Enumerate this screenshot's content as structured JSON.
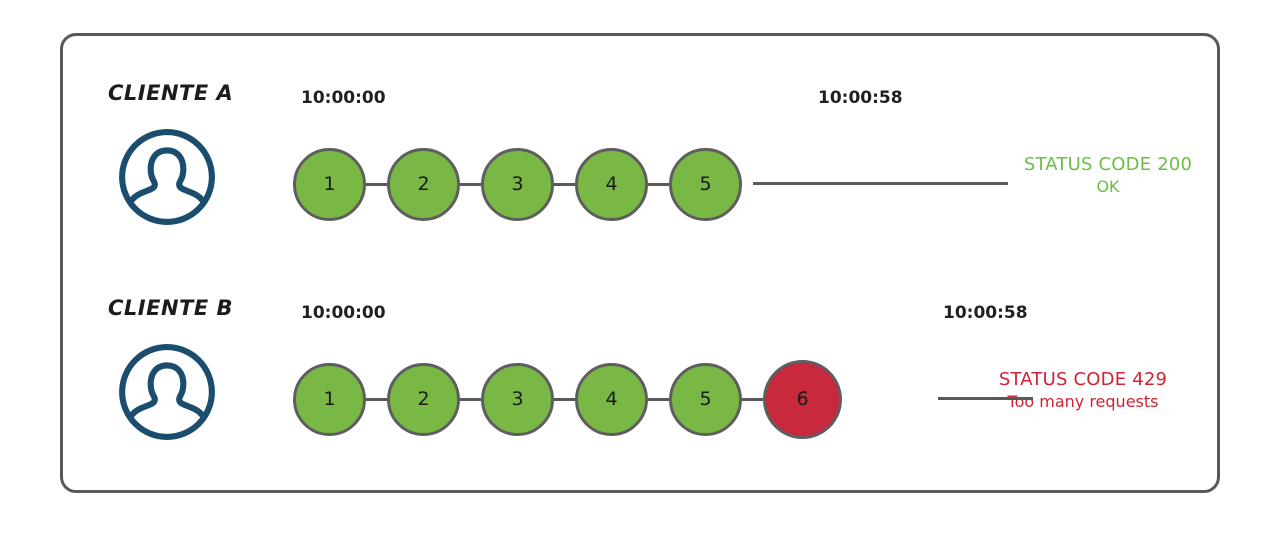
{
  "diagram": {
    "title": "Rate limiting comparison between two clients",
    "colors": {
      "panel_border": "#58595b",
      "node_ok": "#7ab845",
      "node_fail": "#c8293c",
      "node_border": "#5e5e5e",
      "connector": "#58595b",
      "avatar": "#1b4d6e",
      "status_ok": "#6cbe45",
      "status_fail": "#cf2232",
      "background": "#ffffff"
    }
  },
  "rows": [
    {
      "id": "cliente-a",
      "client_label": "CLIENTE A",
      "avatar_icon": "user-avatar-icon",
      "timestamp_start": "10:00:00",
      "timestamp_end": "10:00:58",
      "nodes": [
        {
          "label": "1",
          "state": "ok"
        },
        {
          "label": "2",
          "state": "ok"
        },
        {
          "label": "3",
          "state": "ok"
        },
        {
          "label": "4",
          "state": "ok"
        },
        {
          "label": "5",
          "state": "ok"
        }
      ],
      "status": {
        "state": "ok",
        "code": "STATUS CODE 200",
        "detail": "OK"
      }
    },
    {
      "id": "cliente-b",
      "client_label": "CLIENTE B",
      "avatar_icon": "user-avatar-icon",
      "timestamp_start": "10:00:00",
      "timestamp_end": "10:00:58",
      "nodes": [
        {
          "label": "1",
          "state": "ok"
        },
        {
          "label": "2",
          "state": "ok"
        },
        {
          "label": "3",
          "state": "ok"
        },
        {
          "label": "4",
          "state": "ok"
        },
        {
          "label": "5",
          "state": "ok"
        },
        {
          "label": "6",
          "state": "fail"
        }
      ],
      "status": {
        "state": "fail",
        "code": "STATUS CODE 429",
        "detail": "Too many requests"
      }
    }
  ]
}
